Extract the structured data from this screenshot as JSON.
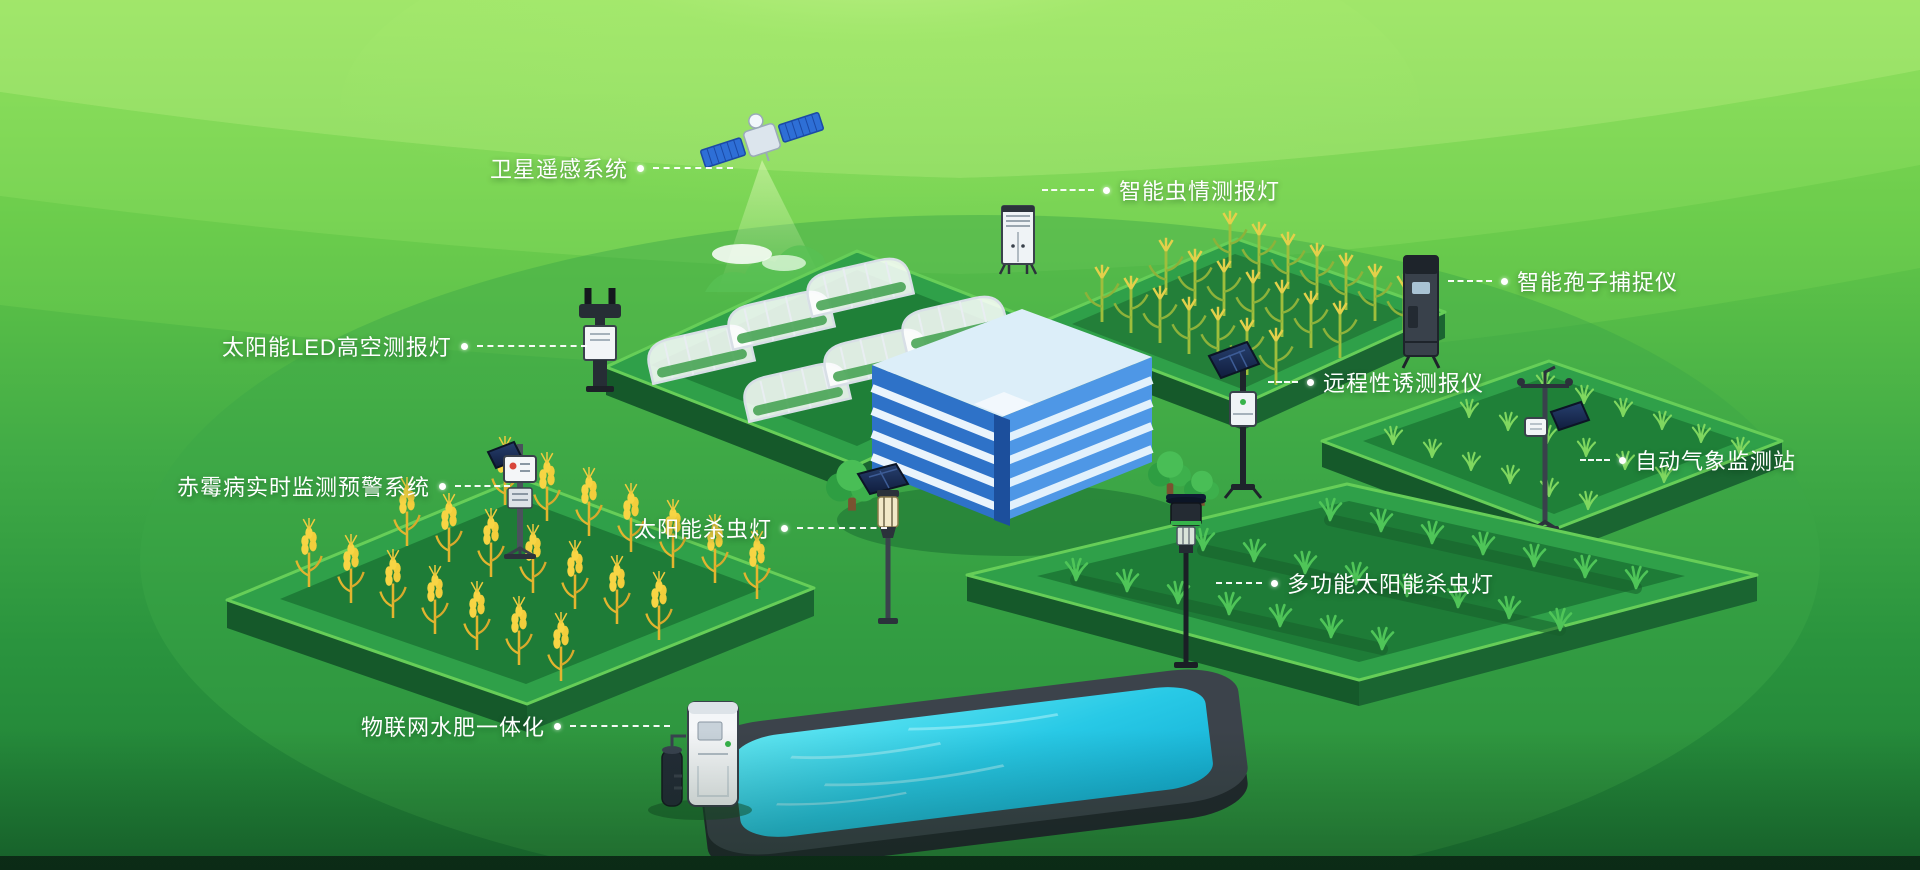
{
  "scene": {
    "background_top": "#8ADD55",
    "background_bottom": "#1E7C35",
    "label_color": "#FFFFFF",
    "water_color": "#28C9E6",
    "building_color": "#2E72C8",
    "wheat_color": "#F7D544",
    "platform_color": "#2FA049"
  },
  "labels": [
    {
      "id": "satellite-remote-sensing",
      "text": "卫星遥感系统"
    },
    {
      "id": "smart-insect-monitoring-lamp",
      "text": "智能虫情测报灯"
    },
    {
      "id": "smart-spore-catcher",
      "text": "智能孢子捕捉仪"
    },
    {
      "id": "solar-led-aerial-monitoring-lamp",
      "text": "太阳能LED高空测报灯"
    },
    {
      "id": "remote-pheromone-monitor",
      "text": "远程性诱测报仪"
    },
    {
      "id": "scab-realtime-monitoring-system",
      "text": "赤霉病实时监测预警系统"
    },
    {
      "id": "automatic-weather-station",
      "text": "自动气象监测站"
    },
    {
      "id": "solar-insecticidal-lamp",
      "text": "太阳能杀虫灯"
    },
    {
      "id": "multifunction-solar-insecticidal-lamp",
      "text": "多功能太阳能杀虫灯"
    },
    {
      "id": "iot-water-fertilizer-integration",
      "text": "物联网水肥一体化"
    }
  ]
}
